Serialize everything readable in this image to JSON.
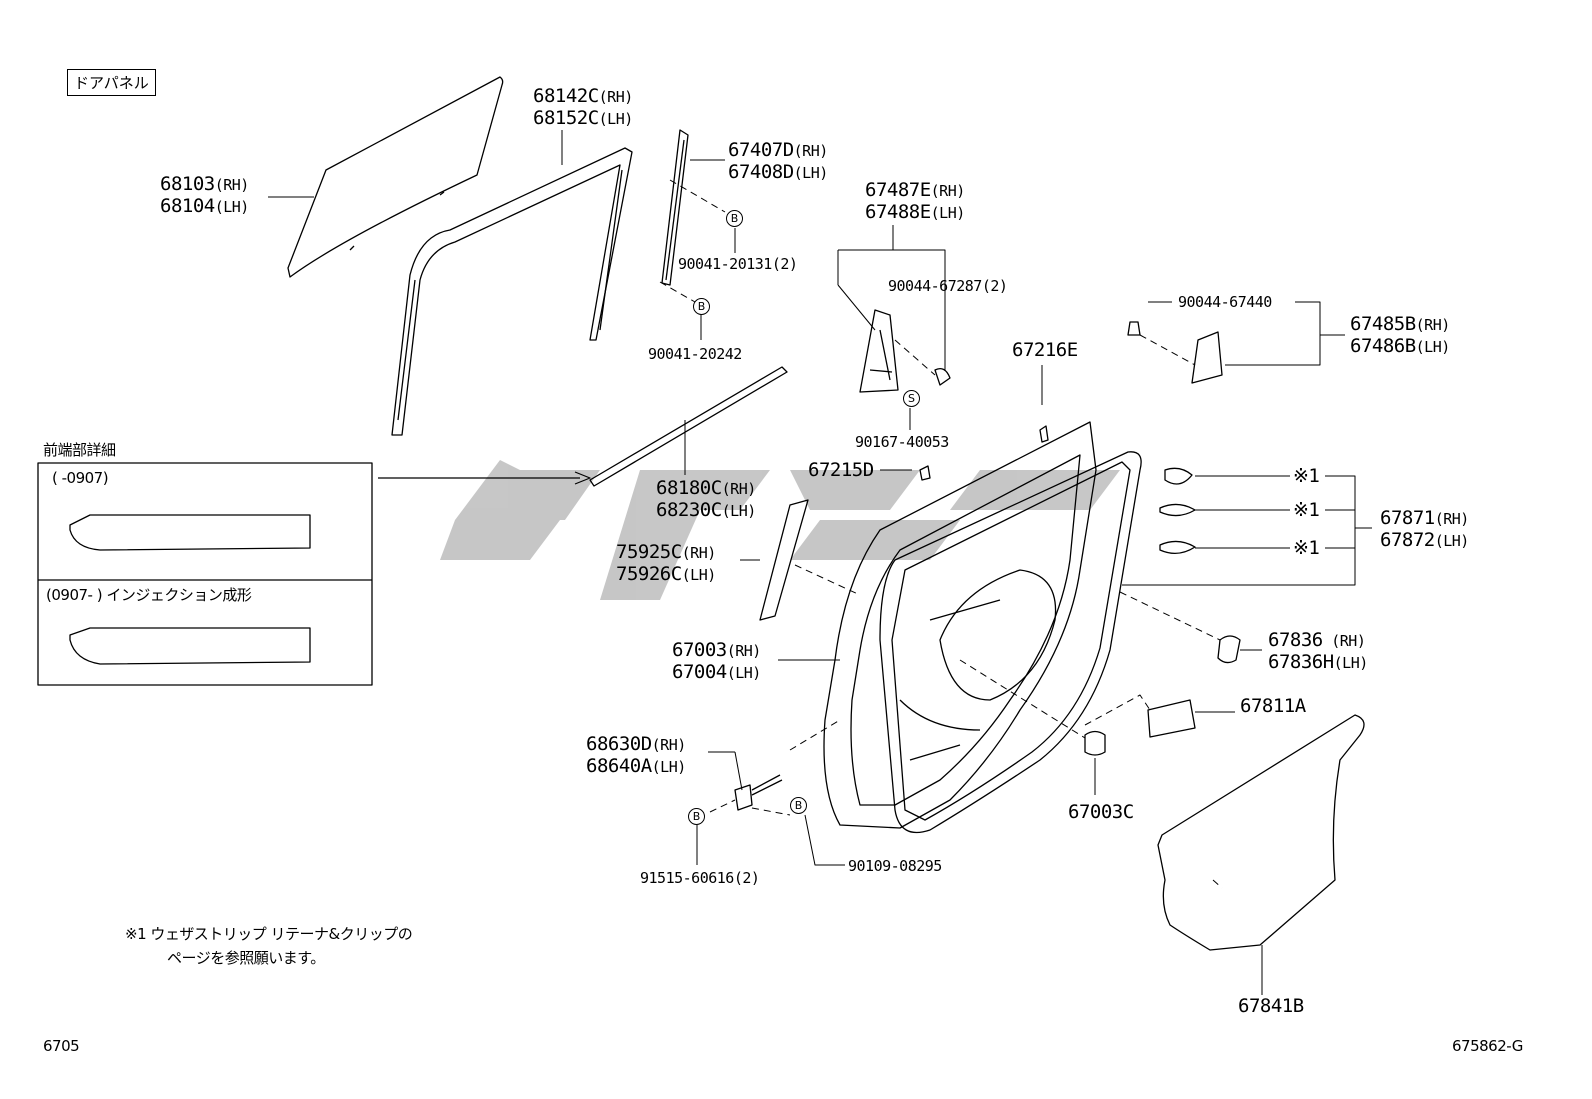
{
  "section_label": "ドアパネル",
  "detail": {
    "title": "前端部詳細",
    "row1": "(      -0907)",
    "row2": "(0907-      ) インジェクション成形"
  },
  "note": {
    "line1": "※1 ウェザストリップ リテーナ&クリップの",
    "line2": "ページを参照願います。"
  },
  "footer": {
    "left": "6705",
    "right": "675862-G"
  },
  "circle_letters": {
    "b": "B",
    "s": "S"
  },
  "parts": {
    "p68103": [
      "68103",
      "(RH)"
    ],
    "p68104": [
      "68104",
      "(LH)"
    ],
    "p68142C": [
      "68142C",
      "(RH)"
    ],
    "p68152C": [
      "68152C",
      "(LH)"
    ],
    "p67407D": [
      "67407D",
      "(RH)"
    ],
    "p67408D": [
      "67408D",
      "(LH)"
    ],
    "p90041a": [
      "90041-20131(2)",
      ""
    ],
    "p90041b": [
      "90041-20242",
      ""
    ],
    "p67487E": [
      "67487E",
      "(RH)"
    ],
    "p67488E": [
      "67488E",
      "(LH)"
    ],
    "p90044a": [
      "90044-67287(2)",
      ""
    ],
    "p90044b": [
      "90044-67440",
      ""
    ],
    "p67485B": [
      "67485B",
      "(RH)"
    ],
    "p67486B": [
      "67486B",
      "(LH)"
    ],
    "p67216E": [
      "67216E",
      ""
    ],
    "p90167": [
      "90167-40053",
      ""
    ],
    "p67215D": [
      "67215D",
      ""
    ],
    "p68180C": [
      "68180C",
      "(RH)"
    ],
    "p68230C": [
      "68230C",
      "(LH)"
    ],
    "p75925C": [
      "75925C",
      "(RH)"
    ],
    "p75926C": [
      "75926C",
      "(LH)"
    ],
    "p67003": [
      "67003",
      "(RH)"
    ],
    "p67004": [
      "67004",
      "(LH)"
    ],
    "p67871": [
      "67871",
      "(RH)"
    ],
    "p67872": [
      "67872",
      "(LH)"
    ],
    "k1a": [
      "※1",
      ""
    ],
    "k1b": [
      "※1",
      ""
    ],
    "k1c": [
      "※1",
      ""
    ],
    "p67836": [
      "67836",
      " (RH)"
    ],
    "p67836H": [
      "67836H",
      "(LH)"
    ],
    "p67811A": [
      "67811A",
      ""
    ],
    "p68630D": [
      "68630D",
      "(RH)"
    ],
    "p68640A": [
      "68640A",
      "(LH)"
    ],
    "p67003C": [
      "67003C",
      ""
    ],
    "p90109": [
      "90109-08295",
      ""
    ],
    "p91515": [
      "91515-60616(2)",
      ""
    ],
    "p67841B": [
      "67841B",
      ""
    ]
  }
}
